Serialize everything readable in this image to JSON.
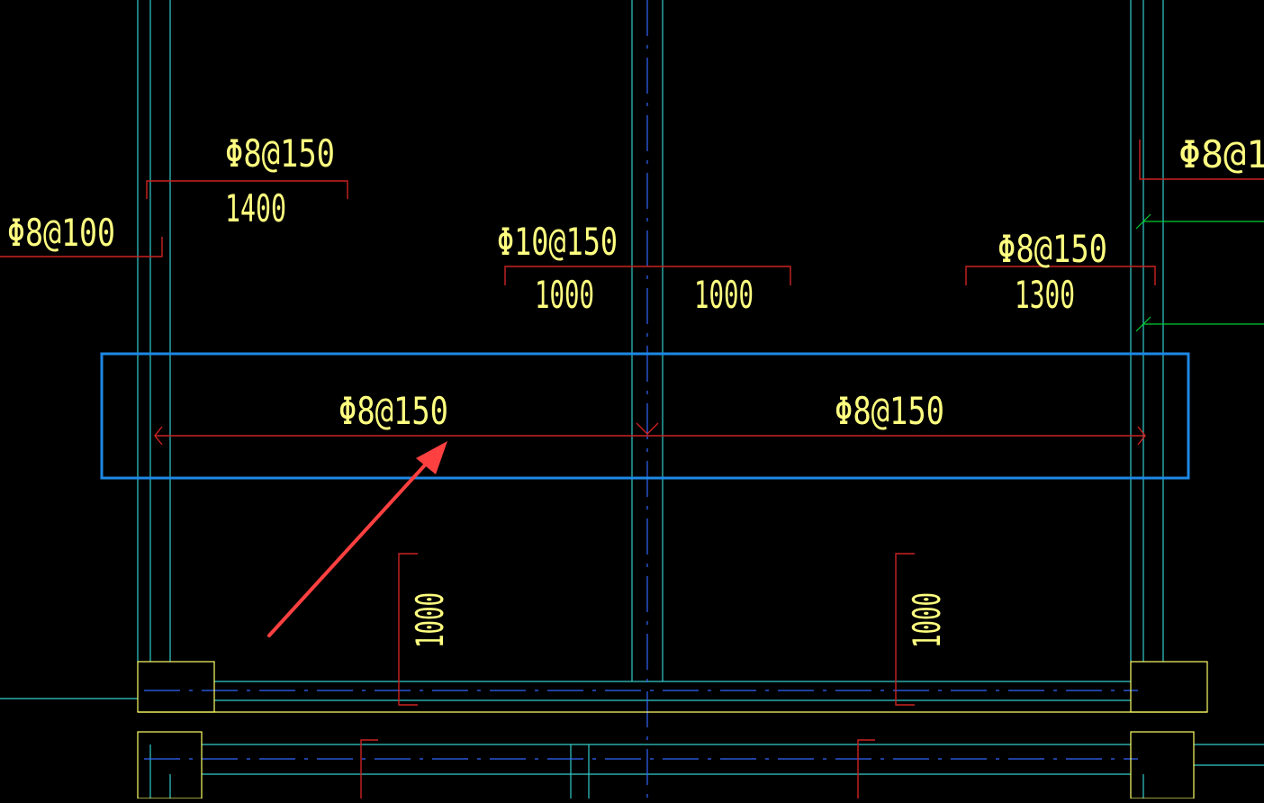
{
  "drawing": {
    "background": "#000000",
    "colors": {
      "wall": "#33cccc",
      "rebar": "#cc2222",
      "text": "#ffff80",
      "column": "#ffff66",
      "green": "#00cc33",
      "highlight": "#1e88e5",
      "arrow": "#ff4040"
    },
    "labels": {
      "top_left_spec": "Φ8@150",
      "top_left_len": "1400",
      "left_edge_spec": "Φ8@100",
      "mid_spec": "Φ10@150",
      "mid_left_len": "1000",
      "mid_right_len": "1000",
      "right_spec": "Φ8@150",
      "right_len": "1300",
      "far_right_spec": "Φ8@1",
      "box_left_spec": "Φ8@150",
      "box_right_spec": "Φ8@150",
      "bottom_left_len": "1000",
      "bottom_right_len": "1000"
    }
  }
}
